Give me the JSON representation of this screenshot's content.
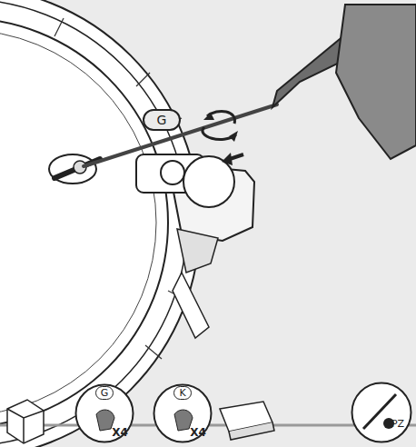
{
  "diagram": {
    "nodes": [
      {
        "text": [
          "G"
        ]
      },
      {
        "text": [
          "G",
          "X4"
        ]
      },
      {
        "text": [
          "K",
          "X4"
        ]
      },
      {
        "text": [
          "PZ"
        ]
      }
    ]
  }
}
